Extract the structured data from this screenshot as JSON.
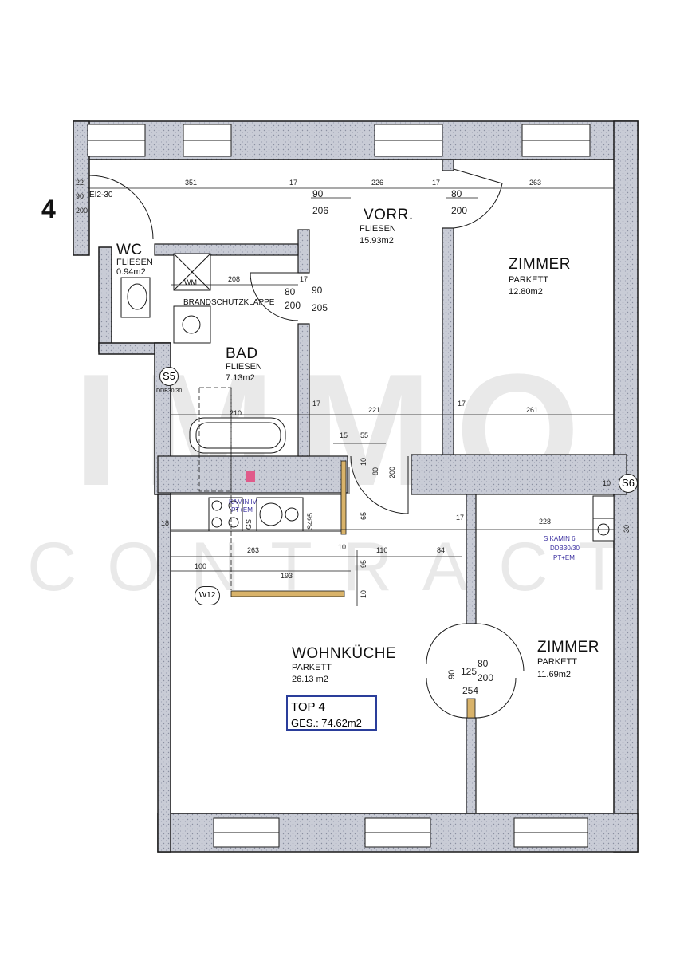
{
  "unit_number": "4",
  "watermark": {
    "line1": "IMMO",
    "line2": "CONTRACT"
  },
  "rooms": {
    "vorr": {
      "name": "VORR.",
      "floor": "FLIESEN",
      "area": "15.93m2"
    },
    "zimmer1": {
      "name": "ZIMMER",
      "floor": "PARKETT",
      "area": "12.80m2"
    },
    "wc": {
      "name": "WC",
      "floor": "FLIESEN",
      "area": "0.94m2"
    },
    "bad": {
      "name": "BAD",
      "floor": "FLIESEN",
      "area": "7.13m2"
    },
    "wohnkueche": {
      "name": "WOHNKÜCHE",
      "floor": "PARKETT",
      "area": "26.13 m2"
    },
    "zimmer2": {
      "name": "ZIMMER",
      "floor": "PARKETT",
      "area": "11.69m2"
    }
  },
  "summary": {
    "title": "TOP 4",
    "total": "GES.: 74.62m2"
  },
  "annotations": {
    "wm": "WM",
    "brandschutzklappe": "BRANDSCHUTZKLAPPE",
    "s5": "S5",
    "s5_sub": "DDB30/30",
    "s6": "S6",
    "s_kamin": "S KAMIN 6",
    "s_kamin_rating": "DDB30/30",
    "s_kamin_sub": "PT+EM",
    "kamin_iv": "KAMIN IV",
    "kamin_iv_sub": "PT+EM",
    "w12": "W12",
    "ei2_30": "EI2-30",
    "gs": "GS",
    "s495": "S495"
  },
  "dimensions": {
    "d351": "351",
    "d17a": "17",
    "d226": "226",
    "d17b": "17",
    "d263a": "263",
    "d22": "22",
    "d90a": "90",
    "d200a": "200",
    "door_vorr_w": "90",
    "door_vorr_h": "206",
    "door_z1_w": "80",
    "door_z1_h": "200",
    "d208": "208",
    "door_bad_w": "80",
    "door_bad_h": "200",
    "d17c": "17",
    "door_vorr2_w": "90",
    "door_vorr2_h": "205",
    "d210": "210",
    "d17d": "17",
    "d221": "221",
    "d17e": "17",
    "d261": "261",
    "d15": "15",
    "d55": "55",
    "d10a": "10",
    "d80v": "80",
    "d200v": "200",
    "d65": "65",
    "d17f": "17",
    "d228": "228",
    "d18": "18",
    "d263b": "263",
    "d10b": "10",
    "d110": "110",
    "d84": "84",
    "d100": "100",
    "d193": "193",
    "d95": "95",
    "d10c": "10",
    "door_z2_a": "90",
    "door_z2_b": "125",
    "door_z2_w": "80",
    "door_z2_h": "200",
    "door_z2_c": "254",
    "d10d": "10",
    "d30": "30"
  },
  "colors": {
    "wall_fill": "#c9ccd6",
    "wall_line": "#1a1a1a",
    "summary_border": "#2a3d9a",
    "accent_pink": "#e05a8a",
    "accent_wood": "#d9b36a"
  }
}
